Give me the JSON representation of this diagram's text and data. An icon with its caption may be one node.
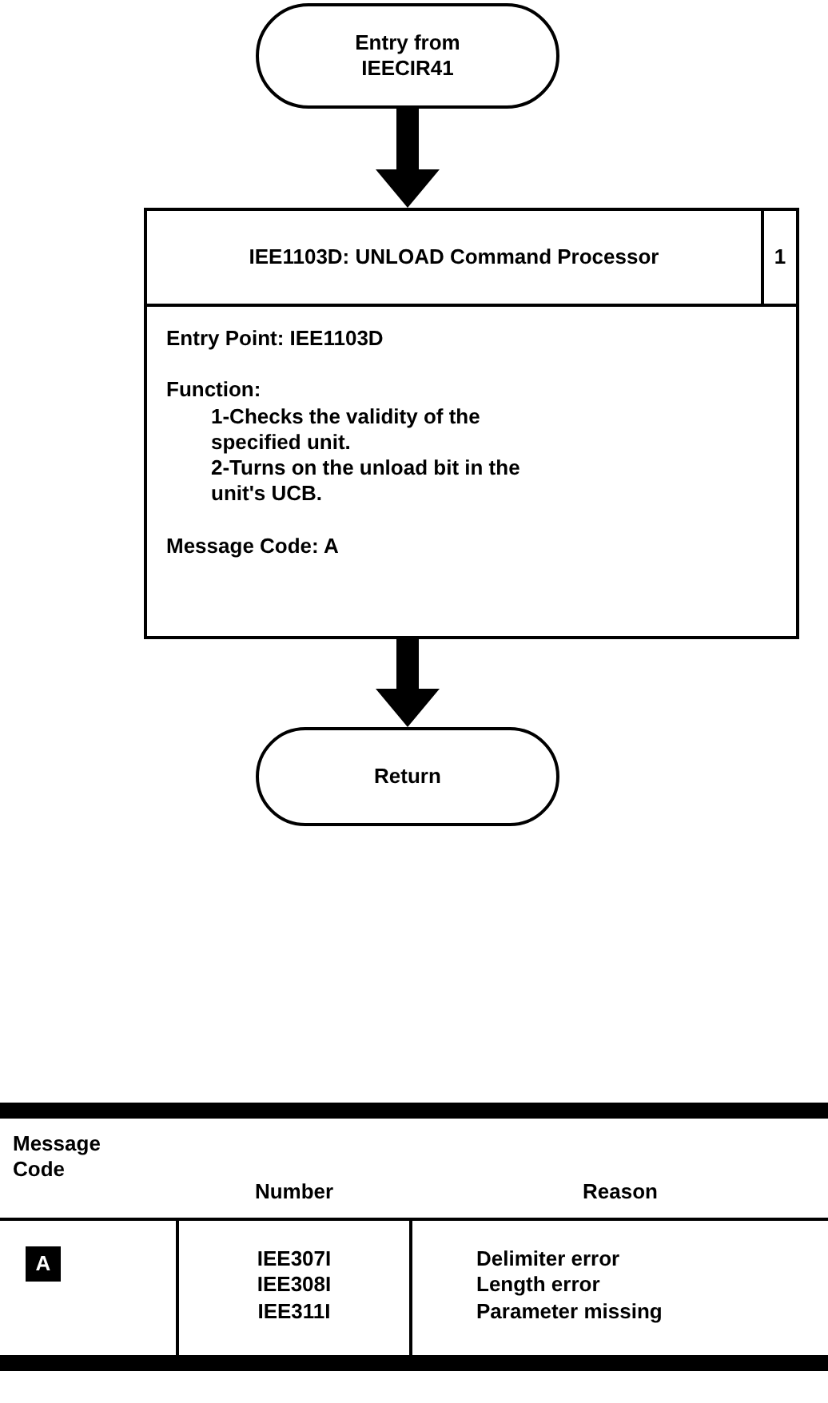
{
  "diagram": {
    "nodes": [
      {
        "text": [
          "Entry from IEECIR41"
        ]
      },
      {
        "text": [
          "IEE1103D: UNLOAD Command Processor",
          "1",
          "Entry Point: IEE1103D",
          "Function:",
          "1-Checks the validity of the specified unit.",
          "2-Turns on the unload bit in the unit's UCB.",
          "Message Code: A"
        ]
      },
      {
        "text": [
          "Return"
        ]
      }
    ],
    "edges": [
      {
        "from": 0,
        "to": 1,
        "arrow": "to"
      },
      {
        "from": 1,
        "to": 2,
        "arrow": "to"
      }
    ],
    "labels": [
      "Message Code",
      "Number",
      "Reason",
      "A",
      "IEE307I",
      "IEE308I",
      "IEE311I",
      "Delimiter error",
      "Length error",
      "Parameter missing"
    ]
  }
}
